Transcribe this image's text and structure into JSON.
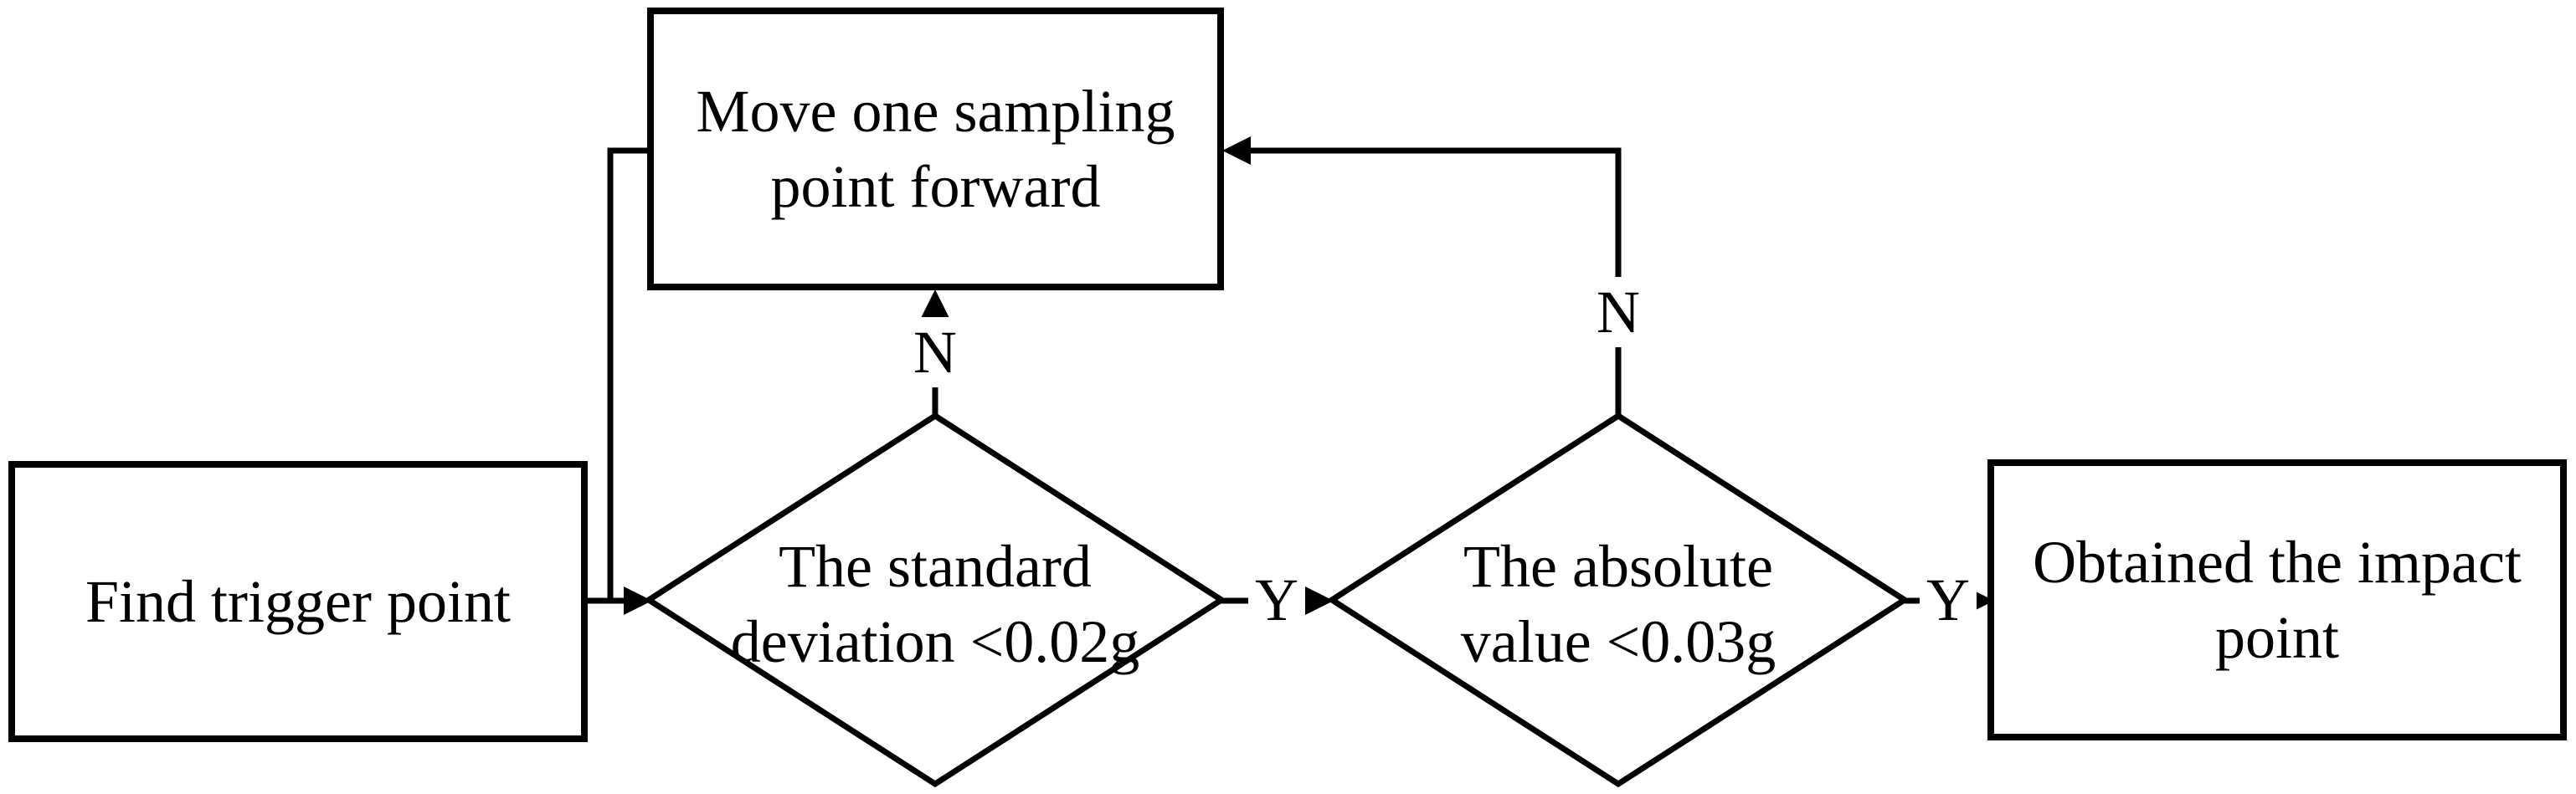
{
  "diagram": {
    "title": "Impact point detection flowchart",
    "colors": {
      "stroke": "#000000",
      "background": "#ffffff"
    },
    "nodes": {
      "find_trigger": {
        "type": "process",
        "lines": [
          "Find trigger point"
        ]
      },
      "move_forward": {
        "type": "process",
        "lines": [
          "Move one sampling",
          "point forward"
        ]
      },
      "std_dev_check": {
        "type": "decision",
        "lines": [
          "The standard",
          "deviation <0.02g"
        ]
      },
      "abs_value_check": {
        "type": "decision",
        "lines": [
          "The absolute",
          "value <0.03g"
        ]
      },
      "impact_point": {
        "type": "process",
        "lines": [
          "Obtained the impact",
          "point"
        ]
      }
    },
    "edge_labels": {
      "std_dev_no": "N",
      "std_dev_yes": "Y",
      "abs_value_no": "N",
      "abs_value_yes": "Y"
    },
    "edges": [
      {
        "from": "find_trigger",
        "to": "std_dev_check",
        "label": ""
      },
      {
        "from": "std_dev_check",
        "to": "move_forward",
        "label": "N"
      },
      {
        "from": "std_dev_check",
        "to": "abs_value_check",
        "label": "Y"
      },
      {
        "from": "abs_value_check",
        "to": "move_forward",
        "label": "N"
      },
      {
        "from": "abs_value_check",
        "to": "impact_point",
        "label": "Y"
      },
      {
        "from": "move_forward",
        "to": "std_dev_check",
        "label": ""
      }
    ]
  }
}
